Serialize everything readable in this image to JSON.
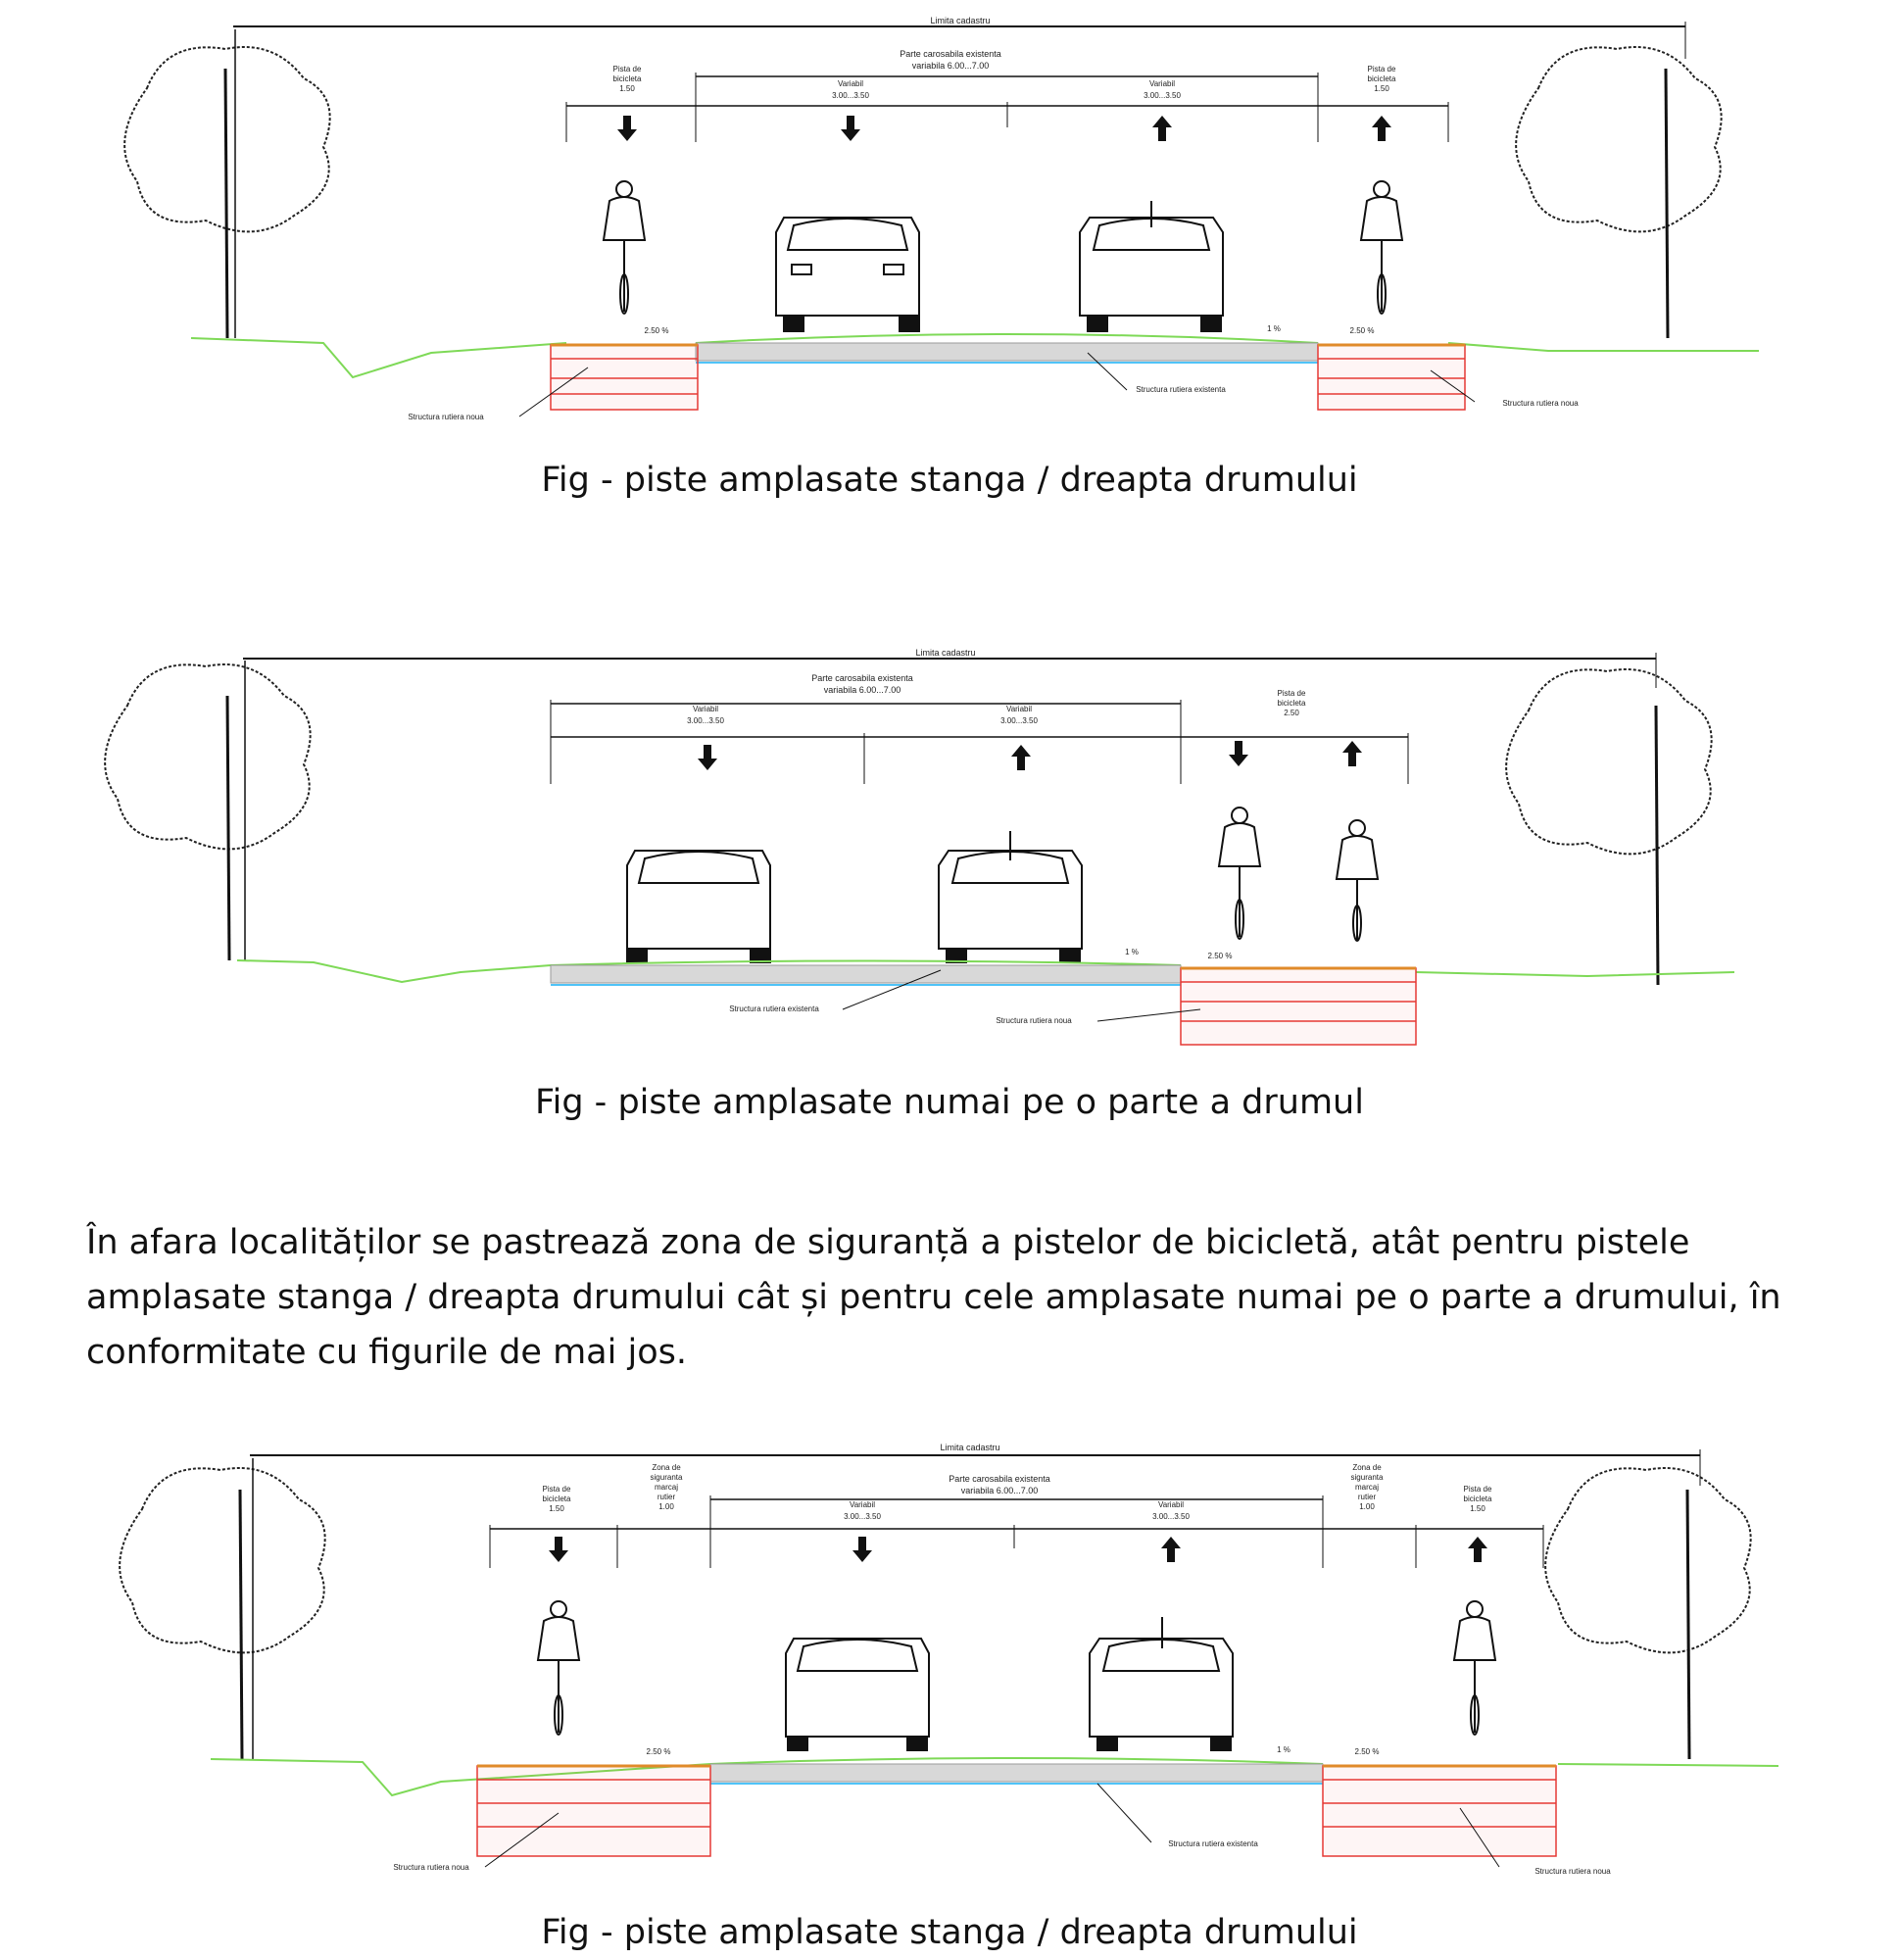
{
  "figures": [
    {
      "id": "fig1",
      "limita": "Limita cadastru",
      "parte_carosabila": [
        "Parte carosabila existenta",
        "variabila 6.00...7.00"
      ],
      "lanes": [
        {
          "label": [
            "Pista de",
            "bicicleta",
            "1.50"
          ],
          "dir": "down"
        },
        {
          "label": [
            "Variabil",
            "3.00...3.50"
          ],
          "dir": "down"
        },
        {
          "label": [
            "Variabil",
            "3.00...3.50"
          ],
          "dir": "up"
        },
        {
          "label": [
            "Pista de",
            "bicicleta",
            "1.50"
          ],
          "dir": "up"
        }
      ],
      "slopes": [
        "2.50 %",
        "1 %",
        "2.50 %"
      ],
      "structure_labels": [
        "Structura rutiera noua",
        "Structura rutiera existenta",
        "Structura rutiera noua"
      ],
      "caption": "Fig - piste amplasate stanga / dreapta drumului"
    },
    {
      "id": "fig2",
      "limita": "Limita cadastru",
      "parte_carosabila": [
        "Parte carosabila existenta",
        "variabila 6.00...7.00"
      ],
      "lanes": [
        {
          "label": [
            "Variabil",
            "3.00...3.50"
          ],
          "dir": "down"
        },
        {
          "label": [
            "Variabil",
            "3.00...3.50"
          ],
          "dir": "up"
        },
        {
          "label": [
            "Pista de",
            "bicicleta",
            "2.50"
          ],
          "dir": "both"
        }
      ],
      "slopes": [
        "1 %",
        "2.50 %"
      ],
      "structure_labels": [
        "Structura rutiera existenta",
        "Structura rutiera noua"
      ],
      "caption": "Fig - piste amplasate numai pe o parte a drumul"
    },
    {
      "id": "fig3",
      "limita": "Limita cadastru",
      "parte_carosabila": [
        "Parte carosabila existenta",
        "variabila 6.00...7.00"
      ],
      "lanes": [
        {
          "label": [
            "Pista de",
            "bicicleta",
            "1.50"
          ],
          "dir": "down"
        },
        {
          "label": [
            "Zona de",
            "siguranta",
            "marcaj",
            "rutier",
            "1.00"
          ],
          "dir": "none"
        },
        {
          "label": [
            "Variabil",
            "3.00...3.50"
          ],
          "dir": "down"
        },
        {
          "label": [
            "Variabil",
            "3.00...3.50"
          ],
          "dir": "up"
        },
        {
          "label": [
            "Zona de",
            "siguranta",
            "marcaj",
            "rutier",
            "1.00"
          ],
          "dir": "none"
        },
        {
          "label": [
            "Pista de",
            "bicicleta",
            "1.50"
          ],
          "dir": "up"
        }
      ],
      "slopes": [
        "2.50 %",
        "1 %",
        "2.50 %"
      ],
      "structure_labels": [
        "Structura rutiera noua",
        "Structura rutiera existenta",
        "Structura rutiera noua"
      ],
      "caption": "Fig - piste amplasate stanga / dreapta drumului"
    }
  ],
  "paragraph": "În afara localităților se pastrează zona de siguranță a pistelor de bicicletă, atât pentru pistele amplasate stanga / dreapta drumului cât și pentru cele amplasate numai pe o parte a drumului, în conformitate cu figurile de mai jos.",
  "colors": {
    "ground": "#7ed957",
    "new_structure": "#e53935",
    "existing_structure": "#4fc3f7",
    "hatch": "#9a9a9a",
    "ink": "#111111"
  }
}
